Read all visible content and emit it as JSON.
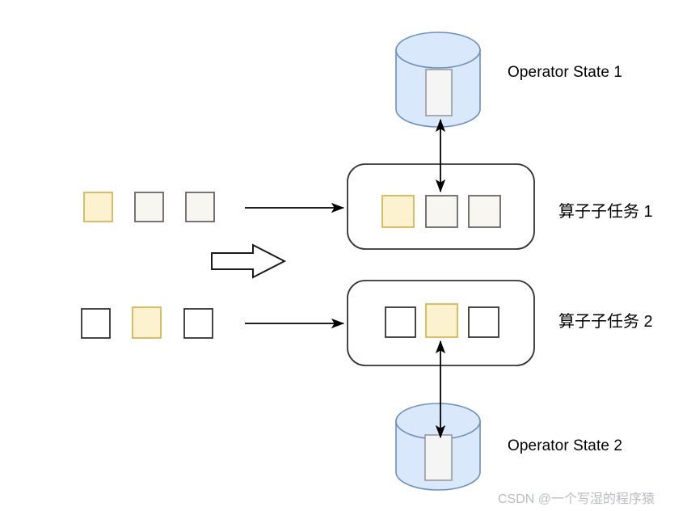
{
  "diagram": {
    "title_implied": "Flink Operator State per subtask",
    "background": "#ffffff",
    "palette": {
      "cylinder_fill": "#dae8fc",
      "cylinder_stroke": "#6c8ebf",
      "state_rect_fill": "#f5f5f5",
      "state_rect_stroke": "#999999",
      "yellow_fill": "#fdf2d0",
      "yellow_stroke": "#d6b656",
      "grey_square_fill": "#f7f6f0",
      "grey_square_stroke": "#666666",
      "white_square_fill": "#ffffff",
      "white_square_stroke": "#333333",
      "subtask_box_stroke": "#333333",
      "arrow_color": "#000000",
      "watermark_color": "#b9bcc0"
    },
    "labels": {
      "operator_state_1": "Operator State 1",
      "operator_state_2": "Operator State 2",
      "subtask_1": "算子子任务 1",
      "subtask_2": "算子子任务 2"
    },
    "watermark": "CSDN @一个写湿的程序猿",
    "stores": [
      {
        "name": "operator-state-1",
        "label": "Operator State 1",
        "shape": "cylinder",
        "position": "top",
        "inner_state_record": true
      },
      {
        "name": "operator-state-2",
        "label": "Operator State 2",
        "shape": "cylinder",
        "position": "bottom",
        "inner_state_record": true
      }
    ],
    "subtasks": [
      {
        "name": "subtask-1",
        "label": "算子子任务 1",
        "records": [
          {
            "index": 0,
            "style": "yellow"
          },
          {
            "index": 1,
            "style": "grey"
          },
          {
            "index": 2,
            "style": "grey"
          }
        ],
        "state_linked_record_index": 1
      },
      {
        "name": "subtask-2",
        "label": "算子子任务 2",
        "records": [
          {
            "index": 0,
            "style": "white"
          },
          {
            "index": 1,
            "style": "yellow"
          },
          {
            "index": 2,
            "style": "white"
          }
        ],
        "state_linked_record_index": 1
      }
    ],
    "input_streams": [
      {
        "name": "input-stream-1",
        "records": [
          {
            "index": 0,
            "style": "yellow"
          },
          {
            "index": 1,
            "style": "grey"
          },
          {
            "index": 2,
            "style": "grey"
          }
        ]
      },
      {
        "name": "input-stream-2",
        "records": [
          {
            "index": 0,
            "style": "white"
          },
          {
            "index": 1,
            "style": "yellow"
          },
          {
            "index": 2,
            "style": "white"
          }
        ]
      }
    ],
    "connectors": [
      {
        "name": "input-1-to-subtask-1",
        "type": "arrow",
        "direction": "right"
      },
      {
        "name": "input-2-to-subtask-2",
        "type": "arrow",
        "direction": "right"
      },
      {
        "name": "subtask-1-to-state-1",
        "type": "arrow",
        "direction": "bidirectional-vertical"
      },
      {
        "name": "subtask-2-to-state-2",
        "type": "arrow",
        "direction": "bidirectional-vertical"
      },
      {
        "name": "process-block-arrow",
        "type": "block-arrow",
        "direction": "right"
      }
    ]
  }
}
